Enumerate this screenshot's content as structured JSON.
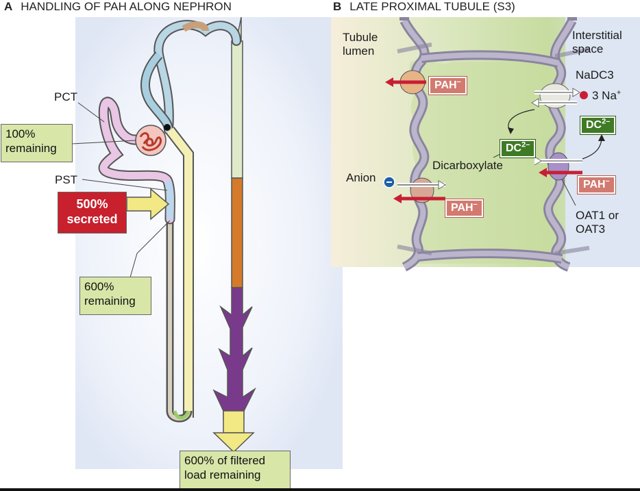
{
  "panel_a": {
    "letter": "A",
    "title": "HANDLING OF PAH ALONG NEPHRON",
    "labels": {
      "pct": "PCT",
      "pst": "PST"
    },
    "boxes": {
      "remaining_100_line1": "100%",
      "remaining_100_line2": "remaining",
      "secreted_line1": "500%",
      "secreted_line2": "secreted",
      "remaining_600_line1": "600%",
      "remaining_600_line2": "remaining",
      "final_line1": "600% of filtered",
      "final_line2": "load remaining"
    }
  },
  "panel_b": {
    "letter": "B",
    "title": "LATE PROXIMAL TUBULE (S3)",
    "labels": {
      "lumen_line1": "Tubule",
      "lumen_line2": "lumen",
      "interstitial_line1": "Interstitial",
      "interstitial_line2": "space",
      "nadc3": "NaDC3",
      "na": "3 Na",
      "na_charge": "+",
      "dicarboxylate": "Dicarboxylate",
      "anion": "Anion",
      "oat_line1": "OAT1 or",
      "oat_line2": "OAT3"
    },
    "chips": {
      "pah": "PAH",
      "pah_charge": "–",
      "dc": "DC",
      "dc_charge": "2–"
    }
  },
  "colors": {
    "pct_pink": "#e8c6e4",
    "loop_yellow": "#f4efb4",
    "collecting_purple": "#7a3a8c",
    "collecting_orange": "#d47a2a",
    "arrow_yellow": "#f2e884",
    "secreted_red": "#c8202c",
    "box_green": "#d8e6a8",
    "pah_chip": "#d27a70",
    "dc_chip": "#3f7a24",
    "cell_green": "#c9dca0",
    "lumen_cream": "#f4ecd6",
    "interstitial_blue": "#dfe8f4"
  }
}
